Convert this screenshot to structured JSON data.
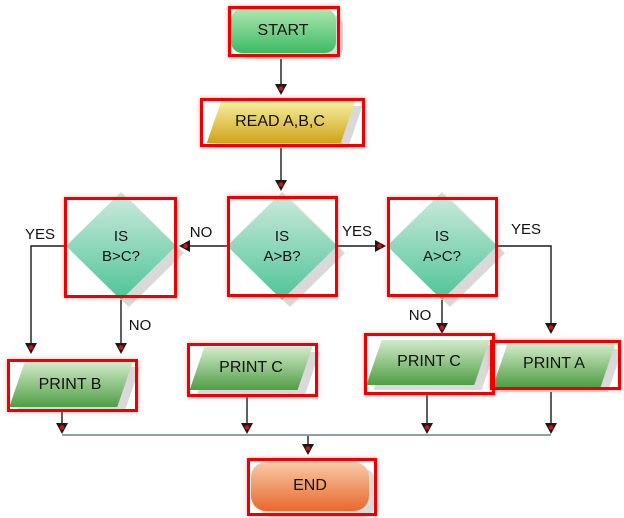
{
  "colors": {
    "terminator_start_top": "#abe7b0",
    "terminator_start_bottom": "#3dba64",
    "io_top": "#f7f0a2",
    "io_bottom": "#d0a318",
    "decision_top": "#cfebde",
    "decision_bottom": "#4ec497",
    "process_print_top": "#d2eac9",
    "process_print_bottom": "#4f9e45",
    "terminator_end_top": "#f8caa6",
    "terminator_end_bottom": "#e8682c",
    "annotation_box": "#ee0000",
    "connector": "#1a1a1a",
    "junction_line": "#4a6878",
    "shadow": "#d9d9d9",
    "arrowhead_dot": "#cc1111",
    "text": "#111111"
  },
  "nodes": {
    "start": {
      "label": "START",
      "type": "terminator"
    },
    "read": {
      "label": "READ A,B,C",
      "type": "io"
    },
    "decision_left": {
      "label": "IS\nB>C?",
      "type": "decision"
    },
    "decision_mid": {
      "label": "IS\nA>B?",
      "type": "decision"
    },
    "decision_right": {
      "label": "IS\nA>C?",
      "type": "decision"
    },
    "print_b": {
      "label": "PRINT B",
      "type": "io"
    },
    "print_c_mid": {
      "label": "PRINT C",
      "type": "io"
    },
    "print_c_right": {
      "label": "PRINT C",
      "type": "io"
    },
    "print_a": {
      "label": "PRINT A",
      "type": "io"
    },
    "end": {
      "label": "END",
      "type": "terminator"
    }
  },
  "edge_labels": {
    "left_yes": "YES",
    "left_no": "NO",
    "mid_no": "NO",
    "mid_yes": "YES",
    "right_no": "NO",
    "right_yes": "YES"
  }
}
